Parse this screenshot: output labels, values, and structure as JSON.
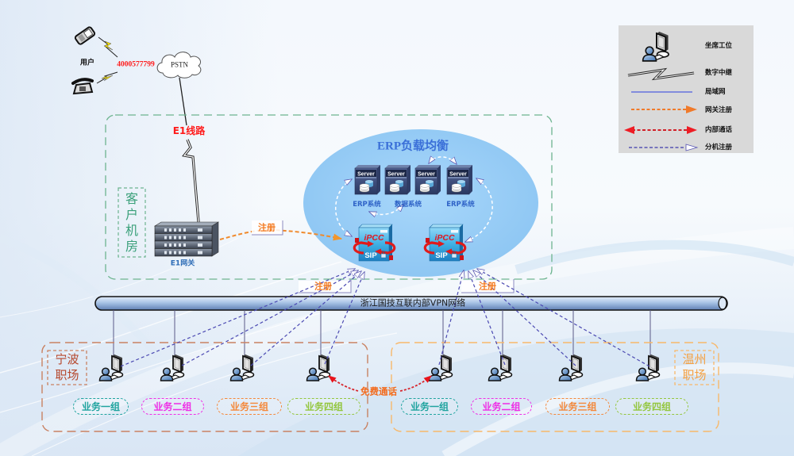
{
  "pstn": {
    "user_label": "用户",
    "hotline_number": "4000577799",
    "cloud_label": "PSTN",
    "trunk_label": "E1线路",
    "devices": [
      "mobile-phone-icon",
      "desk-phone-icon"
    ]
  },
  "customer_room": {
    "label": "客户机房",
    "gateway_label": "E1网关",
    "gateway_register_label": "注册"
  },
  "erp_cluster": {
    "title": "ERP负载均衡",
    "server_badge": "Server",
    "server_captions": [
      "ERP系统",
      "数据系统",
      "ERP系统"
    ],
    "pbx_nodes": [
      {
        "brand": "iPCC",
        "protocol": "SIP"
      },
      {
        "brand": "iPCC",
        "protocol": "SIP"
      }
    ]
  },
  "network": {
    "backbone_label": "浙江国技互联内部VPN网络",
    "register_labels": [
      "注册",
      "注册"
    ]
  },
  "sites": [
    {
      "name": "宁波职场",
      "text_color": "#b5472c",
      "border_color": "#c98262",
      "groups": [
        {
          "label": "业务一组",
          "color": "#1fa39f"
        },
        {
          "label": "业务二组",
          "color": "#ee2fe6"
        },
        {
          "label": "业务三组",
          "color": "#f4883a"
        },
        {
          "label": "业务四组",
          "color": "#93c63e"
        }
      ]
    },
    {
      "name": "温州职场",
      "text_color": "#f5a040",
      "border_color": "#f8b86a",
      "groups": [
        {
          "label": "业务一组",
          "color": "#1fa39f"
        },
        {
          "label": "业务二组",
          "color": "#ee2fe6"
        },
        {
          "label": "业务三组",
          "color": "#f4883a"
        },
        {
          "label": "业务四组",
          "color": "#93c63e"
        }
      ]
    }
  ],
  "free_call_label": "免费通话",
  "legend": {
    "items": [
      {
        "label": "坐席工位",
        "symbol": "agent-workstation-icon"
      },
      {
        "label": "数字中继",
        "symbol": "digital-trunk-icon"
      },
      {
        "label": "局域网",
        "symbol": "lan-line-icon"
      },
      {
        "label": "网关注册",
        "symbol": "gateway-register-arrow-icon"
      },
      {
        "label": "内部通话",
        "symbol": "internal-call-arrow-icon"
      },
      {
        "label": "分机注册",
        "symbol": "extension-register-arrow-icon"
      }
    ]
  },
  "colors": {
    "trunk_red": "#ff1a1a",
    "register_orange": "#f47a20",
    "erp_title_blue": "#3a6fd8",
    "erp_caption_blue": "#2f63c7",
    "gateway_label_blue": "#2e6db7",
    "customer_room_green": "#3aa07a",
    "free_call_orange": "#f36a1c"
  }
}
